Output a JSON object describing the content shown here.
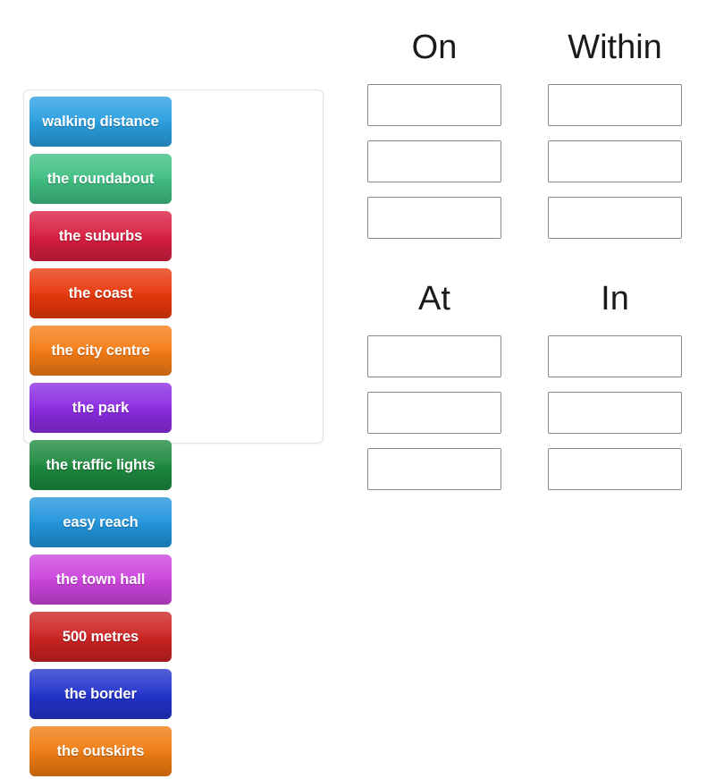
{
  "page": {
    "background_color": "#ffffff",
    "activity_type": "group-sort"
  },
  "word_bank": {
    "panel_name": "word-tile-bank",
    "tiles": [
      {
        "label": "walking distance",
        "color": "#2a9fe0"
      },
      {
        "label": "the roundabout",
        "color": "#3fbf82"
      },
      {
        "label": "the suburbs",
        "color": "#d81e41"
      },
      {
        "label": "the coast",
        "color": "#e8380d"
      },
      {
        "label": "the city centre",
        "color": "#f57c15"
      },
      {
        "label": "the park",
        "color": "#8b2be2"
      },
      {
        "label": "the traffic lights",
        "color": "#1d8a3f"
      },
      {
        "label": "easy reach",
        "color": "#2295dd"
      },
      {
        "label": "the town hall",
        "color": "#cc44dd"
      },
      {
        "label": "500 metres",
        "color": "#cc2222"
      },
      {
        "label": "the border",
        "color": "#2233cc"
      },
      {
        "label": "the outskirts",
        "color": "#f07c12"
      }
    ]
  },
  "categories": [
    {
      "title": "On",
      "slot_count": 3,
      "slots": [
        "",
        "",
        ""
      ]
    },
    {
      "title": "Within",
      "slot_count": 3,
      "slots": [
        "",
        "",
        ""
      ]
    },
    {
      "title": "At",
      "slot_count": 3,
      "slots": [
        "",
        "",
        ""
      ]
    },
    {
      "title": "In",
      "slot_count": 3,
      "slots": [
        "",
        "",
        ""
      ]
    }
  ]
}
